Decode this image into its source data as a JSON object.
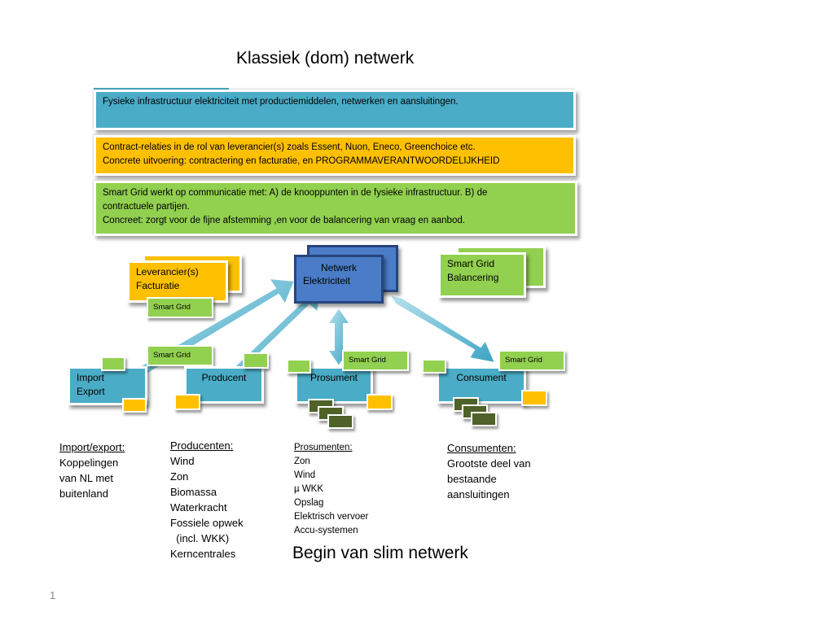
{
  "title": "Klassiek (dom) netwerk",
  "bands": {
    "infra": "Fysieke infrastructuur elektriciteit met productiemiddelen, netwerken en aansluitingen.",
    "contract_line1": "Contract-relaties in de rol van leverancier(s) zoals Essent, Nuon, Eneco, Greenchoice etc.",
    "contract_line2": "Concrete uitvoering: contractering en facturatie, en PROGRAMMAVERANTWOORDELIJKHEID",
    "smart_line1": "Smart Grid  werkt op communicatie met: A) de knooppunten in de fysieke infrastructuur. B) de",
    "smart_line2": "contractuele partijen.",
    "smart_line3": "Concreet: zorgt voor de fijne afstemming ,en voor de balancering van vraag en aanbod."
  },
  "nodes": {
    "leverancier_line1": "Leverancier(s)",
    "leverancier_line2": "Facturatie",
    "netwerk_line1": "Netwerk",
    "netwerk_line2": "Elektriciteit",
    "balancing_line1": "Smart Grid",
    "balancing_line2": "Balancering",
    "import_line1": "Import",
    "import_line2": "Export",
    "producent": "Producent",
    "prosument": "Prosument",
    "consument": "Consument"
  },
  "smart_grid_label": "Smart Grid",
  "captions": {
    "import": {
      "heading": "Import/export:",
      "lines": [
        "Koppelingen",
        "van NL met",
        "buitenland"
      ]
    },
    "producenten": {
      "heading": "Producenten:",
      "lines": [
        "Wind",
        "Zon",
        "Biomassa",
        "Waterkracht",
        "Fossiele opwek",
        "  (incl. WKK)",
        "Kerncentrales"
      ]
    },
    "prosumenten": {
      "heading": "Prosumenten:",
      "lines": [
        "Zon",
        "Wind",
        "µ WKK",
        "Opslag",
        "Elektrisch vervoer",
        "Accu-systemen"
      ]
    },
    "consumenten": {
      "heading": "Consumenten:",
      "lines": [
        "Grootste deel van",
        "bestaande",
        "aansluitingen"
      ]
    }
  },
  "bottom_title": "Begin van slim netwerk",
  "page_number": "1",
  "colors": {
    "blue": "#4aacc6",
    "orange": "#ffc000",
    "green": "#92d050",
    "network": "#4a7cc8",
    "dark_green": "#4f6228"
  }
}
